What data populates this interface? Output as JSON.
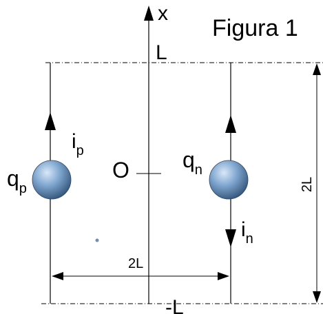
{
  "figure": {
    "title": "Figura 1",
    "axis": {
      "label": "x",
      "top_label": "L",
      "bottom_label": "-L",
      "origin_label": "O"
    },
    "charges": [
      {
        "id": "p",
        "symbol": "q",
        "subscript": "p",
        "current_symbol": "i",
        "current_subscript": "p",
        "current_direction": "up"
      },
      {
        "id": "n",
        "symbol": "q",
        "subscript": "n",
        "current_symbol": "i",
        "current_subscript": "n",
        "current_direction": "down"
      }
    ],
    "dimensions": {
      "horizontal": "2L",
      "vertical": "2L"
    },
    "colors": {
      "line": "#000000",
      "sphere_light": "#d9e8f8",
      "sphere_mid": "#7fa6cf",
      "sphere_dark": "#2f4f74"
    }
  }
}
